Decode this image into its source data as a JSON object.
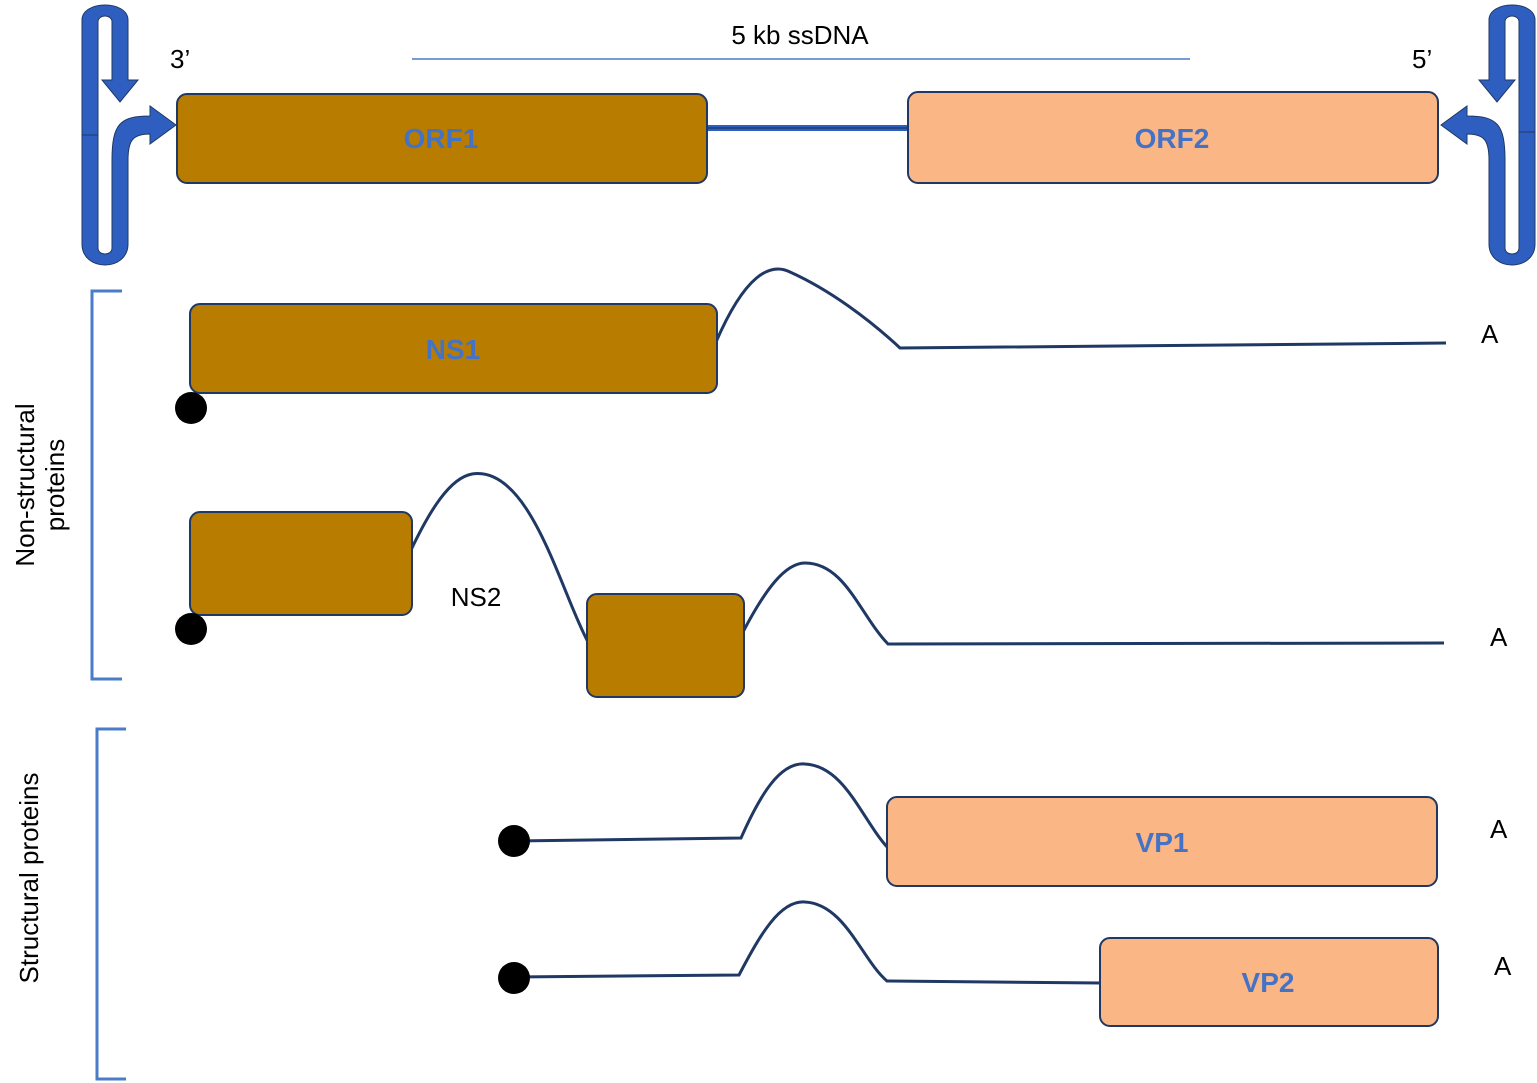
{
  "genome": {
    "size_label": "5 kb ssDNA",
    "end_3_label": "3’",
    "end_5_label": "5’",
    "orf1_label": "ORF1",
    "orf2_label": "ORF2"
  },
  "groups": {
    "nonstructural_label_line1": "Non-structural",
    "nonstructural_label_line2": "proteins",
    "structural_label": "Structural proteins"
  },
  "transcripts": {
    "ns1_label": "NS1",
    "ns2_label": "NS2",
    "vp1_label": "VP1",
    "vp2_label": "VP2",
    "polya_label": "A"
  },
  "colors": {
    "orf1_fill": "#b87d00",
    "orf2_fill": "#fbb686",
    "box_stroke": "#1f3864",
    "label_blue": "#4472c4",
    "hairpin_blue": "#2e5fc0",
    "bracket_blue": "#4a7cc7"
  }
}
